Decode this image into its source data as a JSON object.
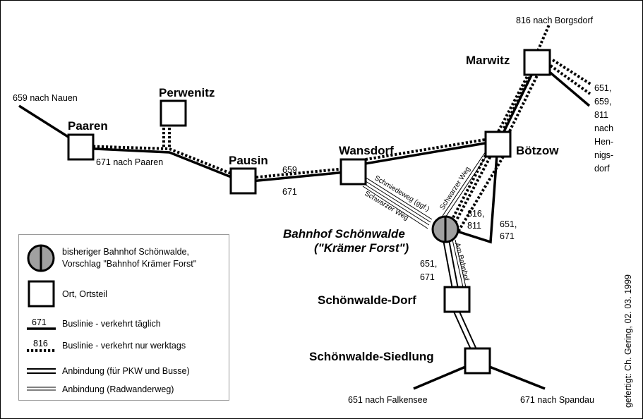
{
  "places": {
    "paaren": "Paaren",
    "perwenitz": "Perwenitz",
    "pausin": "Pausin",
    "wansdorf": "Wansdorf",
    "marwitz": "Marwitz",
    "boetzow": "Bötzow",
    "bahnhof_line1": "Bahnhof Schönwalde",
    "bahnhof_line2": "(\"Krämer Forst\")",
    "dorf": "Schönwalde-Dorf",
    "siedlung": "Schönwalde-Siedlung"
  },
  "labels": {
    "nauen": "659 nach Nauen",
    "paaren_route": "671 nach Paaren",
    "route_659": "659",
    "route_671": "671",
    "borgsdorf": "816 nach Borgsdorf",
    "hennigsdorf": [
      "651,",
      "659,",
      "811",
      "nach",
      "Hen-",
      "nigs-",
      "dorf"
    ],
    "bahnhof_816": "816,",
    "bahnhof_811": "811",
    "boetzow_651": "651,",
    "boetzow_671": "671",
    "dorf_651": "651,",
    "dorf_671": "671",
    "falkensee": "651 nach Falkensee",
    "spandau": "671 nach Spandau"
  },
  "road_labels": {
    "schmiedeweg": "Schmiedeweg (ggf.)",
    "schwarzer_weg_1": "Schwarzer Weg",
    "schwarzer_weg_2": "Schwarzer Weg",
    "am_bahnhof": "Am Bahnhof"
  },
  "legend": {
    "station_line1": "bisheriger Bahnhof Schönwalde,",
    "station_line2": "Vorschlag \"Bahnhof Krämer Forst\"",
    "place": "Ort, Ortsteil",
    "daily_num": "671",
    "daily": "Buslinie - verkehrt täglich",
    "weekday_num": "816",
    "weekday": "Buslinie - verkehrt nur werktags",
    "road_car": "Anbindung (für PKW und Busse)",
    "road_bike": "Anbindung (Radwanderweg)"
  },
  "credit": "gefertigt: Ch. Gering, 02. 03. 1999"
}
